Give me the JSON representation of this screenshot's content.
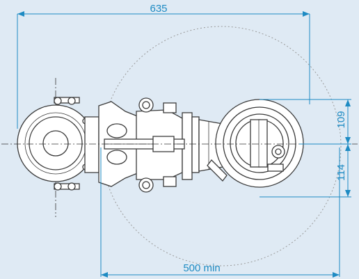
{
  "dimensions": {
    "overall_length": "635",
    "min_reach": "500 min",
    "height_above_axis": "109",
    "height_below_axis": "114"
  },
  "colors": {
    "background": "#dfeaf4",
    "dimension": "#1e8bc3",
    "outline": "#3a3a3a",
    "body_fill": "#ffffff"
  }
}
